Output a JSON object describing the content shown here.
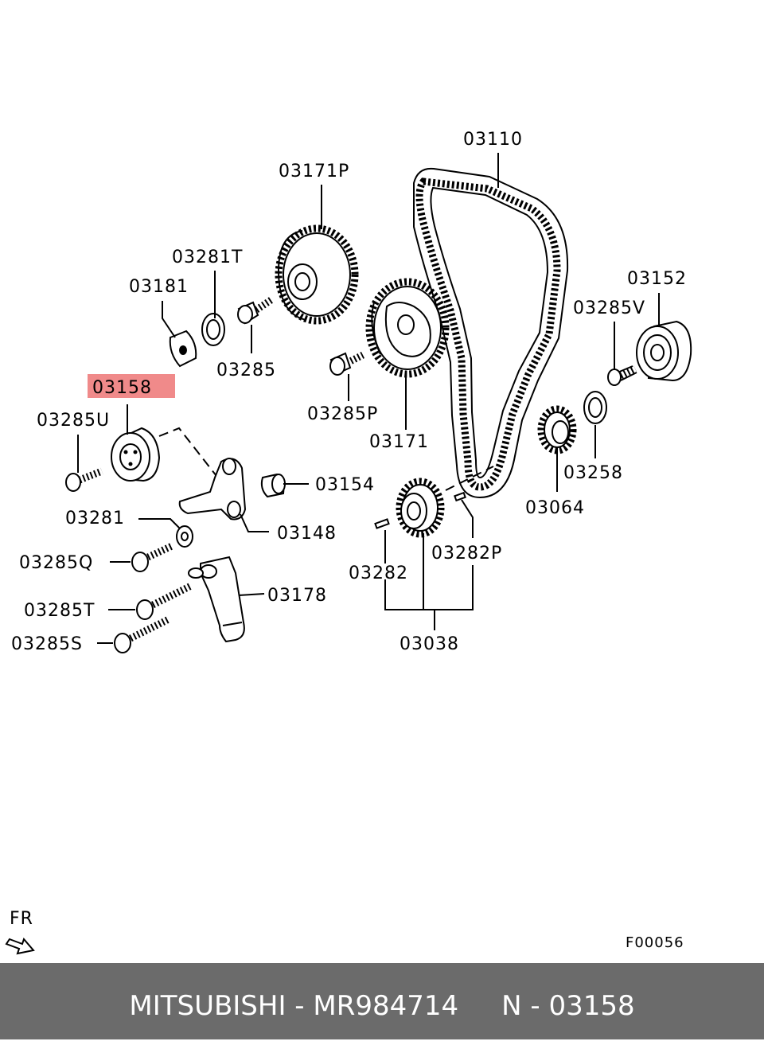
{
  "diagram": {
    "labels": {
      "p03110": "03110",
      "p03171P": "03171P",
      "p03281T": "03281T",
      "p03181": "03181",
      "p03285": "03285",
      "p03152": "03152",
      "p03285V": "03285V",
      "p03158": "03158",
      "p03285U": "03285U",
      "p03285P": "03285P",
      "p03171": "03171",
      "p03258": "03258",
      "p03154": "03154",
      "p03064": "03064",
      "p03281": "03281",
      "p03148": "03148",
      "p03282P": "03282P",
      "p03285Q": "03285Q",
      "p03178": "03178",
      "p03282": "03282",
      "p03285T": "03285T",
      "p03285S": "03285S",
      "p03038": "03038"
    },
    "highlighted_part": "03158",
    "highlight_color": "#f08a8a",
    "direction_label": "FR",
    "figure_code": "F00056"
  },
  "footer": {
    "text": "MITSUBISHI - MR984714     N - 03158",
    "background": "#6b6b6b"
  }
}
